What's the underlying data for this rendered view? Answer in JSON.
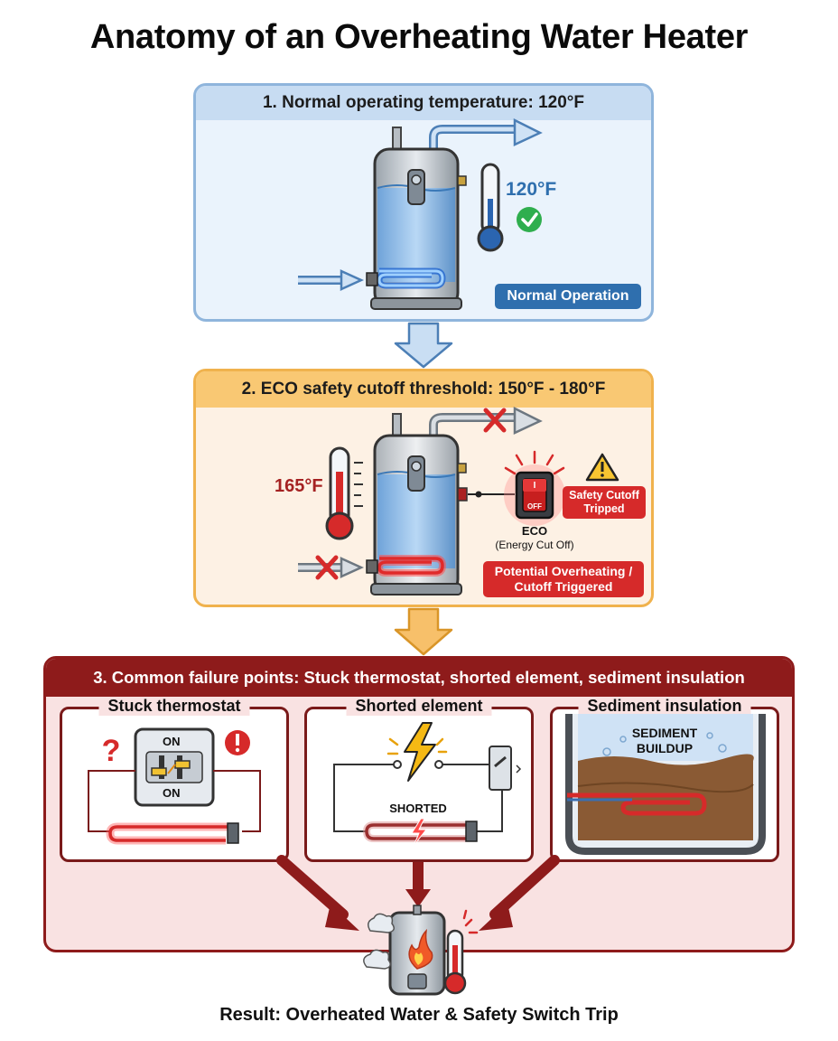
{
  "title": "Anatomy of an Overheating Water Heater",
  "stage1": {
    "header": "1. Normal operating temperature: 120°F",
    "temp": "120°F",
    "badge": "Normal Operation"
  },
  "stage2": {
    "header": "2. ECO safety cutoff threshold: 150°F - 180°F",
    "temp": "165°F",
    "switch_label": "OFF",
    "eco_label": "ECO",
    "eco_sub": "(Energy Cut Off)",
    "cutoff_badge_line1": "Safety Cutoff",
    "cutoff_badge_line2": "Tripped",
    "overheat_badge_line1": "Potential Overheating /",
    "overheat_badge_line2": "Cutoff Triggered"
  },
  "stage3": {
    "header": "3. Common failure points: Stuck thermostat, shorted element, sediment insulation",
    "boxes": [
      {
        "title": "Stuck thermostat",
        "on_top": "ON",
        "on_bottom": "ON"
      },
      {
        "title": "Shorted element",
        "label": "SHORTED"
      },
      {
        "title": "Sediment insulation",
        "label_line1": "SEDIMENT",
        "label_line2": "BUILDUP"
      }
    ]
  },
  "result": "Result: Overheated Water & Safety Switch Trip",
  "colors": {
    "normal_blue": "#2f6fae",
    "warning_orange": "#f0b24d",
    "danger_red": "#d62a2a",
    "failure_maroon": "#8e1b1b"
  }
}
